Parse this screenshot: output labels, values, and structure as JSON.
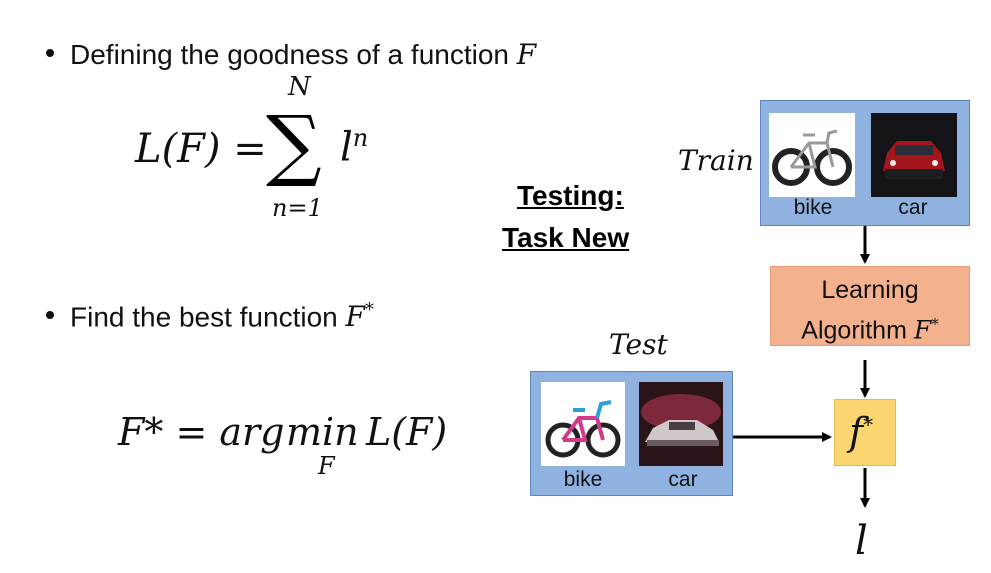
{
  "bullets": {
    "first": "Defining the goodness of a function",
    "second": "Find the best function"
  },
  "math": {
    "F": "F",
    "Fstar_base": "F",
    "star": "*",
    "loss_lhs": "L(F) =",
    "sum_upper": "N",
    "sum_symbol": "∑",
    "sum_lower": "n=1",
    "sum_term_base": "l",
    "sum_term_sup": "n",
    "eq2_lhs": "F* = arg",
    "eq2_min": "min",
    "eq2_sub": "F",
    "eq2_rhs": "L(F)"
  },
  "heading": {
    "line1": "Testing:",
    "line2": "Task New"
  },
  "train": {
    "title": "Train",
    "labels": [
      "bike",
      "car"
    ]
  },
  "test": {
    "title": "Test",
    "labels": [
      "bike",
      "car"
    ]
  },
  "learning": {
    "line1": "Learning",
    "line2": "Algorithm",
    "var": "F",
    "sup": "*"
  },
  "fstar": {
    "base": "f",
    "sup": "*"
  },
  "output": {
    "symbol": "l"
  }
}
